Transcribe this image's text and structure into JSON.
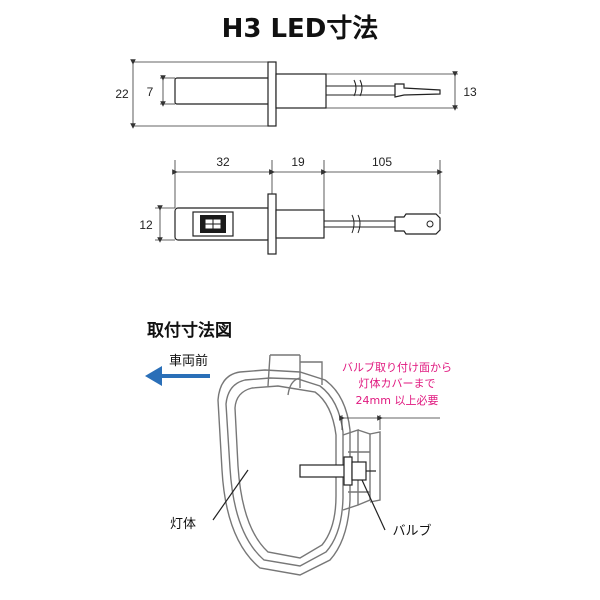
{
  "title": "H3 LED寸法",
  "top_view": {
    "dim_total_height": "22",
    "dim_head_height": "7",
    "dim_cable_height": "13"
  },
  "side_view": {
    "dim_head_length": "32",
    "dim_base_length": "19",
    "dim_cable_length": "105",
    "dim_height": "12"
  },
  "install": {
    "subtitle": "取付寸法図",
    "direction_label": "車両前",
    "note_lines": [
      "バルブ取り付け面から",
      "灯体カバーまで",
      "24mm 以上必要"
    ],
    "lamp_label": "灯体",
    "bulb_label": "バルブ",
    "arrow_color": "#2a6fb8",
    "note_color": "#e0187f"
  }
}
